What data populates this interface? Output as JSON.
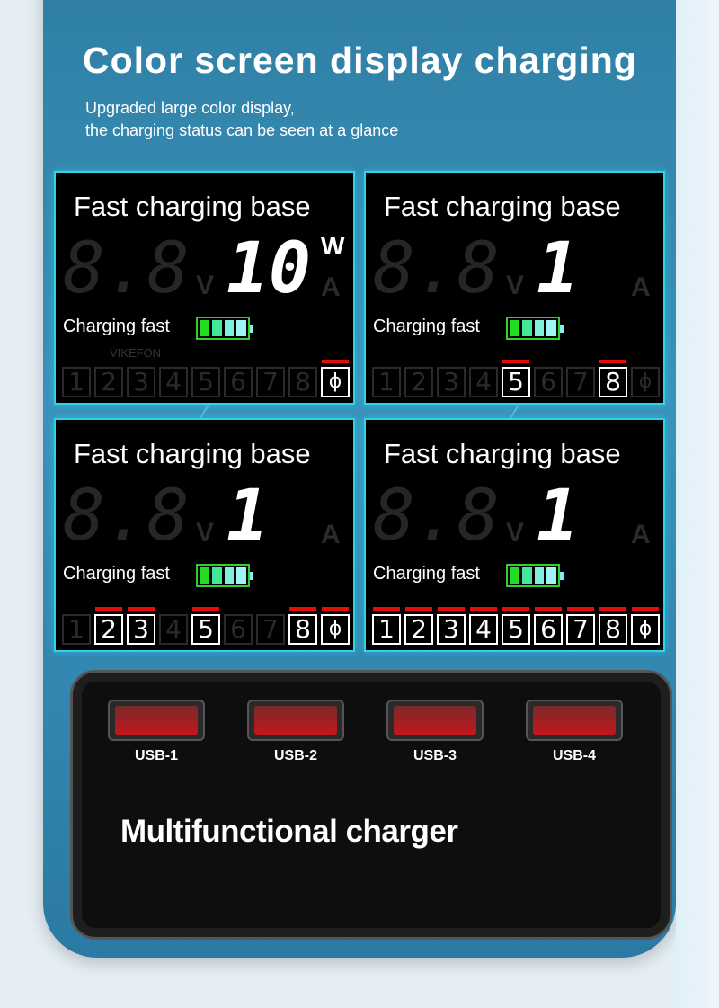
{
  "header": {
    "title": "Color screen display charging",
    "subtitle_lines": [
      "Upgraded large color display,",
      "the charging status can be seen at a glance"
    ]
  },
  "charger": {
    "label": "Multifunctional charger",
    "usb_ports": [
      "USB-1",
      "USB-2",
      "USB-3",
      "USB-4"
    ]
  },
  "colors": {
    "accent": "#2fd3ea",
    "bar": "#e50c0c",
    "background": "#3a93bd"
  },
  "panel_common": {
    "title": "Fast charging base",
    "charging_text": "Charging fast",
    "ghost_digits": "8.8",
    "volt_unit": "V",
    "amp_unit": "A",
    "watermark": "VIKEFON",
    "port_labels": [
      "1",
      "2",
      "3",
      "4",
      "5",
      "6",
      "7",
      "8"
    ],
    "wireless_icon": "qi-wireless-icon"
  },
  "panels": [
    {
      "readout": "10",
      "unit": "W",
      "active_ports": [
        9
      ]
    },
    {
      "readout": "1",
      "unit": "",
      "active_ports": [
        5,
        8
      ]
    },
    {
      "readout": "1",
      "unit": "",
      "active_ports": [
        2,
        3,
        5,
        8,
        9
      ]
    },
    {
      "readout": "1",
      "unit": "",
      "active_ports": [
        1,
        2,
        3,
        4,
        5,
        6,
        7,
        8,
        9
      ]
    }
  ]
}
